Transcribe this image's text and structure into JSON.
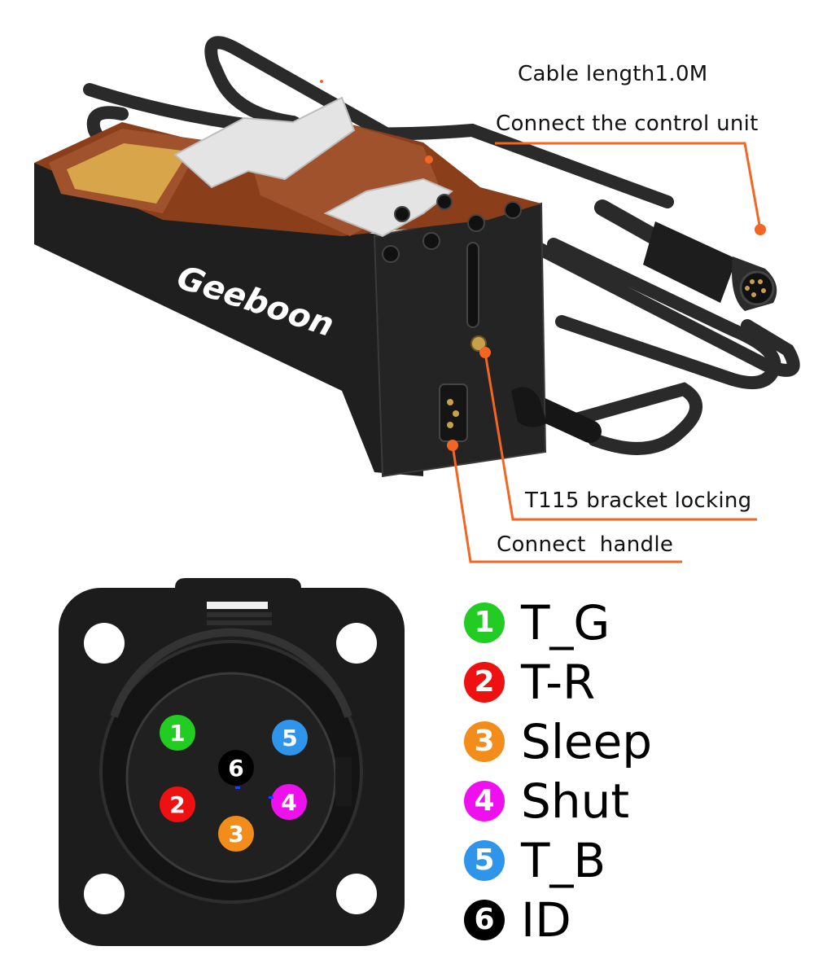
{
  "product": {
    "brand_logo": "Geeboon"
  },
  "callouts": {
    "cable_length": "Cable length1.0M",
    "connect_control_unit": "Connect the control unit",
    "bracket_locking": "T115 bracket locking",
    "connect_handle": "Connect  handle"
  },
  "connector": {
    "pins": [
      {
        "number": "1",
        "color": "#22cc22"
      },
      {
        "number": "2",
        "color": "#ee1111"
      },
      {
        "number": "3",
        "color": "#f28c1a"
      },
      {
        "number": "4",
        "color": "#ee11ee"
      },
      {
        "number": "5",
        "color": "#2f95ea"
      },
      {
        "number": "6",
        "color": "#000000"
      }
    ]
  },
  "legend": [
    {
      "number": "1",
      "label": "T_G",
      "color": "#22cc22"
    },
    {
      "number": "2",
      "label": "T-R",
      "color": "#ee1111"
    },
    {
      "number": "3",
      "label": "Sleep",
      "color": "#f28c1a"
    },
    {
      "number": "4",
      "label": "Shut",
      "color": "#ee11ee"
    },
    {
      "number": "5",
      "label": "T_B",
      "color": "#2f95ea"
    },
    {
      "number": "6",
      "label": "ID",
      "color": "#000000"
    }
  ],
  "colors": {
    "callout_line": "#f26522",
    "station_body": "#1f1f1f",
    "station_copper": "#a0522d",
    "sponge": "#d9a54a",
    "holder_white": "#e4e4e4"
  }
}
